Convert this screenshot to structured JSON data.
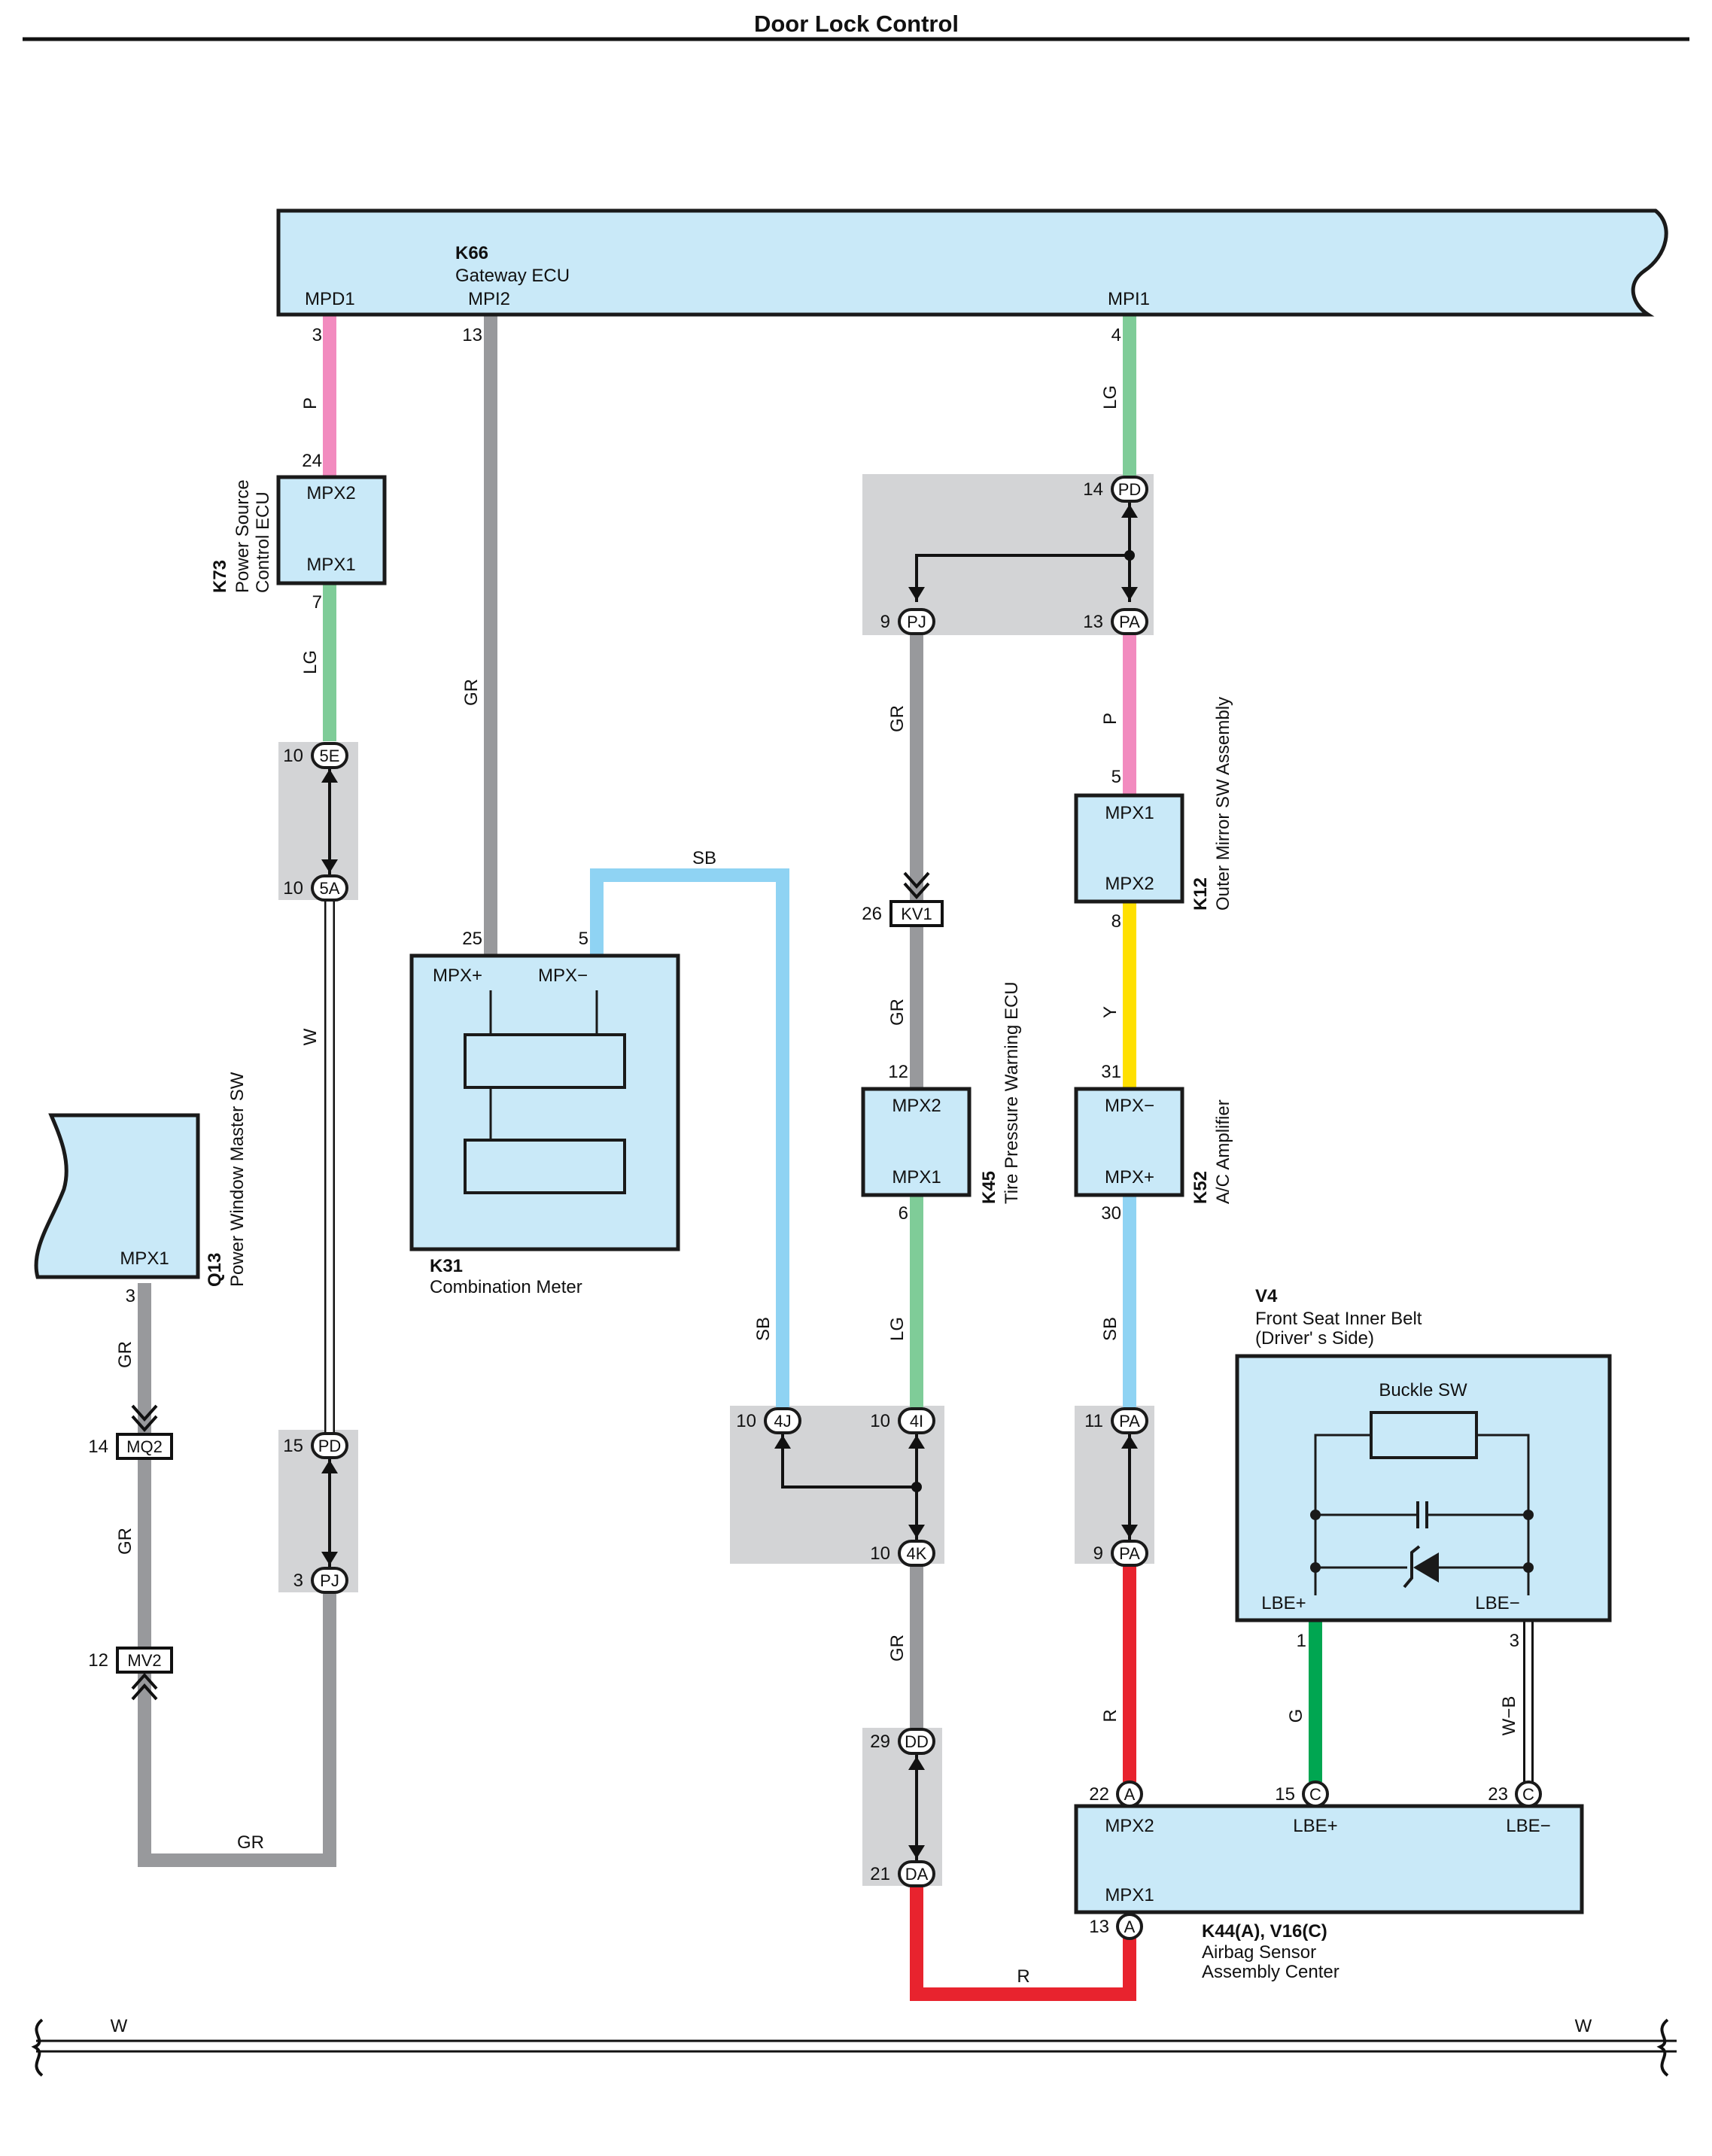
{
  "title": "Door Lock Control",
  "components": {
    "k66": {
      "code": "K66",
      "name": "Gateway ECU",
      "pins": {
        "mpd1": "MPD1",
        "mpi2": "MPI2",
        "mpi1": "MPI1"
      }
    },
    "k73": {
      "code": "K73",
      "name1": "Power Source",
      "name2": "Control ECU",
      "pins": {
        "mpx2": "MPX2",
        "mpx1": "MPX1"
      }
    },
    "k31": {
      "code": "K31",
      "name": "Combination Meter",
      "pins": {
        "mpxp": "MPX+",
        "mpxm": "MPX−"
      }
    },
    "k45": {
      "code": "K45",
      "name": "Tire Pressure Warning ECU",
      "pins": {
        "mpx2": "MPX2",
        "mpx1": "MPX1"
      }
    },
    "k12": {
      "code": "K12",
      "name": "Outer Mirror SW Assembly",
      "pins": {
        "mpx1": "MPX1",
        "mpx2": "MPX2"
      }
    },
    "k52": {
      "code": "K52",
      "name": "A/C Amplifier",
      "pins": {
        "mpxm": "MPX−",
        "mpxp": "MPX+"
      }
    },
    "q13": {
      "code": "Q13",
      "name": "Power Window Master SW",
      "pins": {
        "mpx1": "MPX1"
      }
    },
    "v4": {
      "code": "V4",
      "name1": "Front Seat Inner Belt",
      "name2": "(Driver' s Side)",
      "switch": "Buckle SW",
      "pins": {
        "lbep": "LBE+",
        "lbem": "LBE−"
      }
    },
    "k44": {
      "code": "K44(A), V16(C)",
      "name1": "Airbag Sensor",
      "name2": "Assembly Center",
      "pins": {
        "mpx2": "MPX2",
        "lbep": "LBE+",
        "lbem": "LBE−",
        "mpx1": "MPX1"
      }
    }
  },
  "pin_numbers": {
    "k66_mpd1": "3",
    "k66_mpi2": "13",
    "k66_mpi1": "4",
    "k73_mpx2": "24",
    "k73_mpx1": "7",
    "k31_mpxp": "25",
    "k31_mpxm": "5",
    "k45_mpx2": "12",
    "k45_mpx1": "6",
    "k12_mpx1": "5",
    "k12_mpx2": "8",
    "k52_mpxm": "31",
    "k52_mpxp": "30",
    "q13_mpx1": "3",
    "v4_lbep": "1",
    "v4_lbem": "3",
    "k44_mpx2": "22",
    "k44_lbep": "15",
    "k44_lbem": "23",
    "k44_mpx1": "13"
  },
  "connectors": {
    "pd_top": {
      "pin": "14",
      "name": "PD"
    },
    "pj_top": {
      "pin": "9",
      "name": "PJ"
    },
    "pa_top": {
      "pin": "13",
      "name": "PA"
    },
    "c5e": {
      "pin": "10",
      "name": "5E"
    },
    "c5a": {
      "pin": "10",
      "name": "5A"
    },
    "kv1": {
      "pin": "26",
      "name": "KV1"
    },
    "mq2": {
      "pin": "14",
      "name": "MQ2"
    },
    "mv2": {
      "pin": "12",
      "name": "MV2"
    },
    "pd_left": {
      "pin": "15",
      "name": "PD"
    },
    "pj_left": {
      "pin": "3",
      "name": "PJ"
    },
    "c4j": {
      "pin": "10",
      "name": "4J"
    },
    "c4i": {
      "pin": "10",
      "name": "4I"
    },
    "c4k": {
      "pin": "10",
      "name": "4K"
    },
    "pa_mid": {
      "pin": "11",
      "name": "PA"
    },
    "pa_low": {
      "pin": "9",
      "name": "PA"
    },
    "dd": {
      "pin": "29",
      "name": "DD"
    },
    "da": {
      "pin": "21",
      "name": "DA"
    },
    "a_top": {
      "name": "A"
    },
    "c_left": {
      "name": "C"
    },
    "c_right": {
      "name": "C"
    },
    "a_bot": {
      "name": "A"
    }
  },
  "wire_labels": {
    "p1": "P",
    "lg1": "LG",
    "gr1": "GR",
    "w1": "W",
    "lg2": "LG",
    "gr2": "GR",
    "p2": "P",
    "sb1": "SB",
    "gr3": "GR",
    "y1": "Y",
    "sb2": "SB",
    "lg3": "LG",
    "sb3": "SB",
    "gr4": "GR",
    "r1": "R",
    "g1": "G",
    "wb1": "W−B",
    "gr5": "GR",
    "gr6": "GR",
    "gr7": "GR",
    "r2": "R",
    "bus_left": "W",
    "bus_right": "W"
  },
  "wire_colors": {
    "P": "#f28bbf",
    "LG": "#7fcc98",
    "GR": "#98999c",
    "SB": "#8fd3f3",
    "Y": "#ffe000",
    "R": "#e8232e",
    "G": "#00a651",
    "W": "#ffffff"
  }
}
